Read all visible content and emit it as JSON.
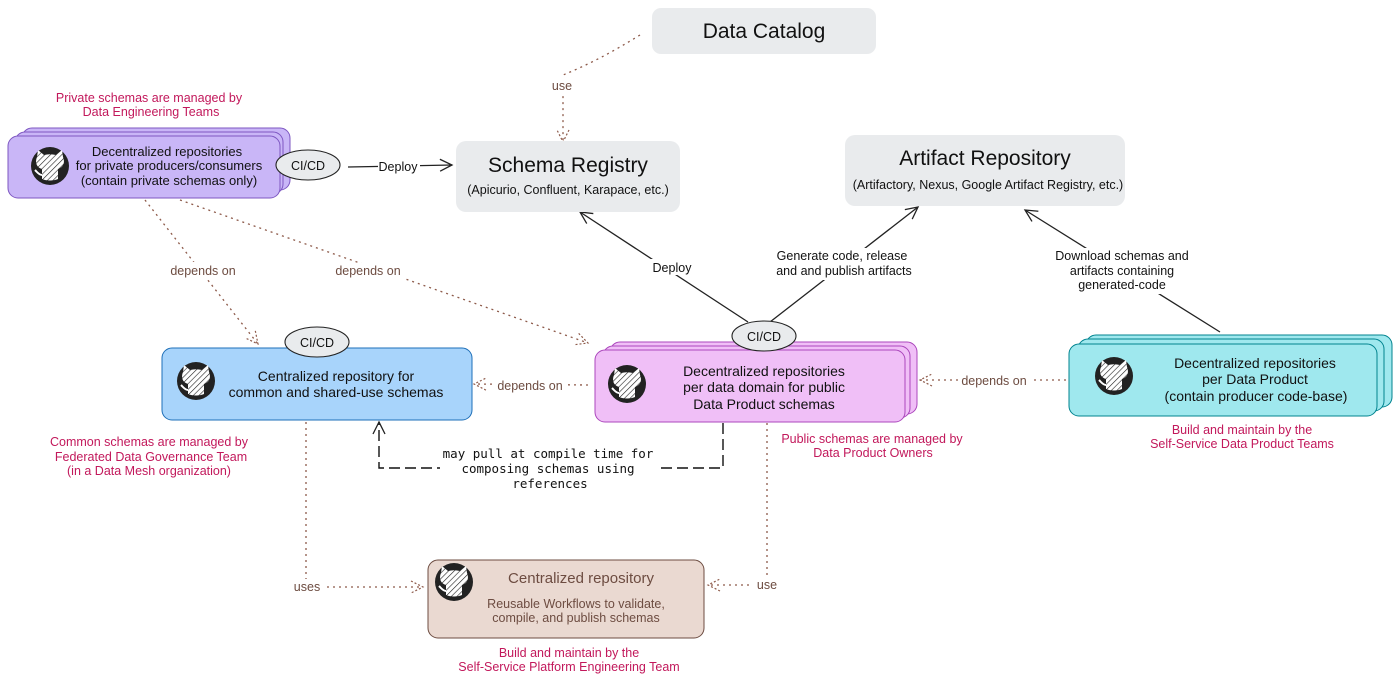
{
  "data_catalog": {
    "title": "Data Catalog"
  },
  "schema_registry": {
    "title": "Schema Registry",
    "subtitle": "(Apicurio, Confluent, Karapace, etc.)"
  },
  "artifact_repository": {
    "title": "Artifact Repository",
    "subtitle": "(Artifactory, Nexus, Google Artifact Registry, etc.)"
  },
  "private_repo": {
    "lines": [
      "Decentralized repositories",
      "for private producers/consumers",
      "(contain private schemas only)"
    ],
    "cicd": "CI/CD",
    "annotation": [
      "Private schemas are managed by",
      "Data Engineering Teams"
    ]
  },
  "common_repo": {
    "lines": [
      "Centralized repository for",
      "common and shared-use schemas"
    ],
    "cicd": "CI/CD",
    "annotation": [
      "Common schemas are managed by",
      "Federated Data Governance Team",
      "(in a Data Mesh organization)"
    ]
  },
  "public_repo": {
    "lines": [
      "Decentralized repositories",
      "per data domain for public",
      "Data Product schemas"
    ],
    "cicd": "CI/CD",
    "annotation": [
      "Public schemas are managed by",
      "Data Product Owners"
    ]
  },
  "product_repo": {
    "lines": [
      "Decentralized repositories",
      "per Data Product",
      "(contain producer code-base)"
    ],
    "annotation": [
      "Build and maintain by the",
      "Self-Service Data Product Teams"
    ]
  },
  "workflow_repo": {
    "title": "Centralized repository",
    "lines": [
      "Reusable Workflows to validate,",
      "compile, and publish schemas"
    ],
    "annotation": [
      "Build and maintain by the",
      "Self-Service Platform Engineering Team"
    ]
  },
  "edges": {
    "use_catalog": "use",
    "deploy_private": "Deploy",
    "deploy_public": "Deploy",
    "generate_code": [
      "Generate code, release",
      "and and publish artifacts"
    ],
    "download": [
      "Download schemas and",
      "artifacts containing",
      "generated-code"
    ],
    "depends_on_left": "depends on",
    "depends_on_mid": "depends on",
    "depends_on_common": "depends on",
    "depends_on_product": "depends on",
    "may_pull": [
      "may pull at compile time for",
      "composing schemas using",
      "references"
    ],
    "uses": "uses",
    "use_workflow": "use"
  },
  "colors": {
    "private": "#c9b6f7",
    "common": "#a8d4fb",
    "public": "#f0bff7",
    "product": "#9fe8ee",
    "workflow": "#ead9d1",
    "service": "#e9ebed",
    "annotation": "#c2185b",
    "edge_label": "#6d4c41"
  }
}
